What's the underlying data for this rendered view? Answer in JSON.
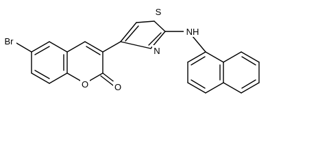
{
  "molecule": {
    "atoms": {
      "br": "Br",
      "o_ring": "O",
      "o_carbonyl": "O",
      "s": "S",
      "n_ring": "N",
      "nh": "NH"
    },
    "colors": {
      "bond": "#000000",
      "text": "#000000",
      "background": "#ffffff"
    }
  }
}
